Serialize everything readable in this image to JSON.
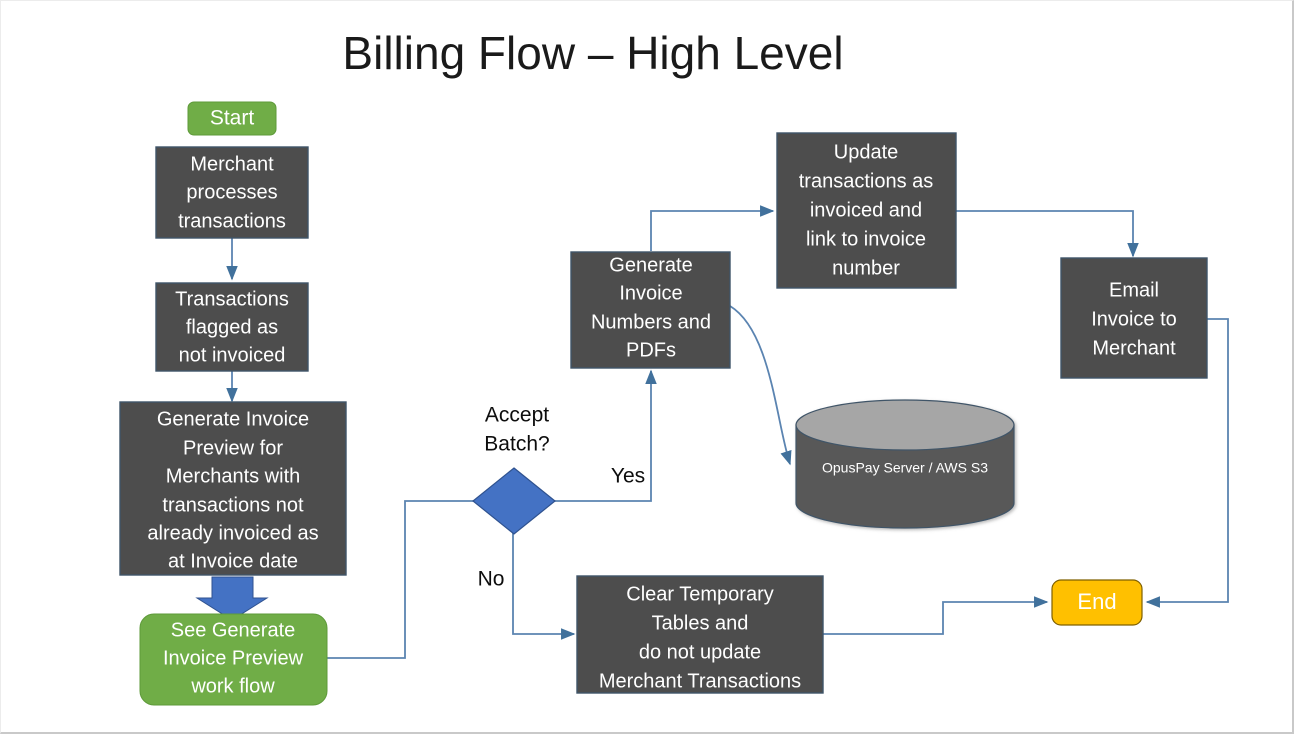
{
  "slide": {
    "title": "Billing Flow – High Level",
    "background": "#ffffff",
    "border_color": "#c9c9c9"
  },
  "palette": {
    "process_gray": "#4d4d4d",
    "start_green": "#70ad47",
    "end_orange": "#ffc000",
    "decision_blue": "#4472c4",
    "connector_blue": "#5b84b1",
    "cylinder_body": "#595959",
    "cylinder_top": "#a6a6a6",
    "text_light": "#ffffff",
    "text_dark": "#0d0d0d"
  },
  "nodes": {
    "start": {
      "label": "Start",
      "type": "terminator"
    },
    "merchant_processes": {
      "lines": [
        "Merchant",
        "processes",
        "transactions"
      ],
      "type": "process"
    },
    "transactions_flagged": {
      "lines": [
        "Transactions",
        "flagged as",
        "not invoiced"
      ],
      "type": "process"
    },
    "generate_preview": {
      "lines": [
        "Generate Invoice",
        "Preview for",
        "Merchants with",
        "transactions not",
        "already invoiced  as",
        "at Invoice date"
      ],
      "type": "process"
    },
    "see_preview_workflow": {
      "lines": [
        "See Generate",
        "Invoice Preview",
        "work flow"
      ],
      "type": "reference"
    },
    "accept_batch": {
      "lines": [
        "Accept",
        "Batch?"
      ],
      "type": "decision"
    },
    "generate_invoice_numbers": {
      "lines": [
        "Generate",
        "Invoice",
        "Numbers and",
        "PDFs"
      ],
      "type": "process"
    },
    "update_transactions": {
      "lines": [
        "Update",
        "transactions as",
        "invoiced and",
        "link to invoice",
        "number"
      ],
      "type": "process"
    },
    "email_invoice": {
      "lines": [
        "Email",
        "Invoice to",
        "Merchant"
      ],
      "type": "process"
    },
    "storage": {
      "label": "OpusPay Server  /  AWS S3",
      "type": "database"
    },
    "clear_temp_tables": {
      "lines": [
        "Clear Temporary",
        "Tables and",
        "do not update",
        "Merchant Transactions"
      ],
      "type": "process"
    },
    "end": {
      "label": "End",
      "type": "terminator"
    }
  },
  "edge_labels": {
    "yes": "Yes",
    "no": "No"
  },
  "chart_data": {
    "type": "diagram",
    "title": "Billing Flow – High Level",
    "edges": [
      {
        "from": "merchant_processes",
        "to": "transactions_flagged",
        "label": ""
      },
      {
        "from": "transactions_flagged",
        "to": "generate_preview",
        "label": ""
      },
      {
        "from": "generate_preview",
        "to": "see_preview_workflow",
        "label": ""
      },
      {
        "from": "see_preview_workflow",
        "to": "accept_batch",
        "label": ""
      },
      {
        "from": "accept_batch",
        "to": "generate_invoice_numbers",
        "label": "Yes"
      },
      {
        "from": "accept_batch",
        "to": "clear_temp_tables",
        "label": "No"
      },
      {
        "from": "generate_invoice_numbers",
        "to": "update_transactions",
        "label": ""
      },
      {
        "from": "generate_invoice_numbers",
        "to": "storage",
        "label": ""
      },
      {
        "from": "update_transactions",
        "to": "email_invoice",
        "label": ""
      },
      {
        "from": "email_invoice",
        "to": "end",
        "label": ""
      },
      {
        "from": "clear_temp_tables",
        "to": "end",
        "label": ""
      }
    ]
  }
}
